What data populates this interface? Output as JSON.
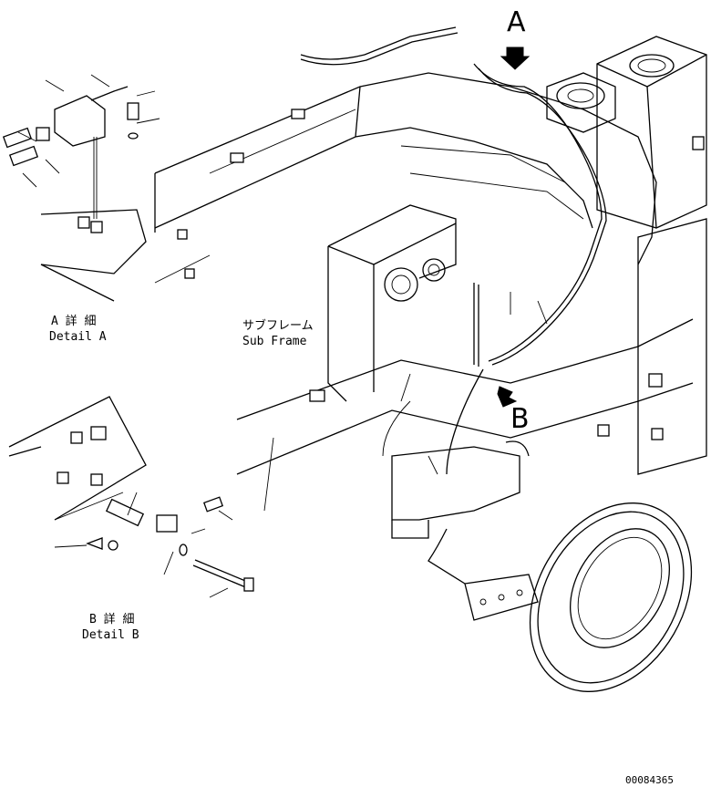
{
  "callouts": {
    "a": "A",
    "b": "B"
  },
  "detail_a": {
    "title_jp": "A 詳 細",
    "title_en": "Detail A"
  },
  "detail_b": {
    "title_jp": "B 詳 細",
    "title_en": "Detail B"
  },
  "sub_frame": {
    "label_jp": "サブフレーム",
    "label_en": "Sub Frame"
  },
  "drawing_number": "00084365"
}
